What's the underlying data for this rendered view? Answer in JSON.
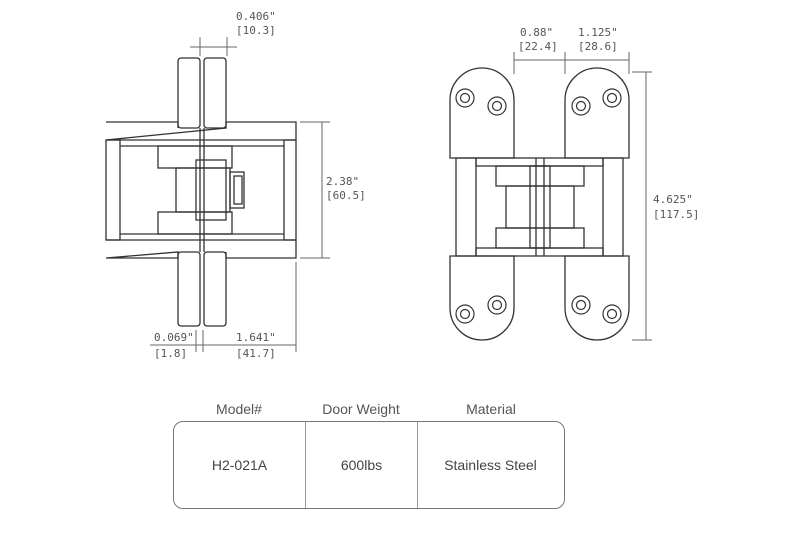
{
  "dimensions": {
    "pin_in": "0.406\"",
    "pin_mm": "[10.3]",
    "height_in": "2.38\"",
    "height_mm": "[60.5]",
    "offset_in": "0.069\"",
    "offset_mm": "[1.8]",
    "depth_in": "1.641\"",
    "depth_mm": "[41.7]",
    "gap_in": "0.88\"",
    "gap_mm": "[22.4]",
    "leaf_in": "1.125\"",
    "leaf_mm": "[28.6]",
    "length_in": "4.625\"",
    "length_mm": "[117.5]"
  },
  "table": {
    "headers": [
      "Model#",
      "Door Weight",
      "Material"
    ],
    "row": [
      "H2-021A",
      "600lbs",
      "Stainless Steel"
    ]
  },
  "colors": {
    "line": "#333333",
    "dim_line": "#666666",
    "text": "#555555"
  }
}
